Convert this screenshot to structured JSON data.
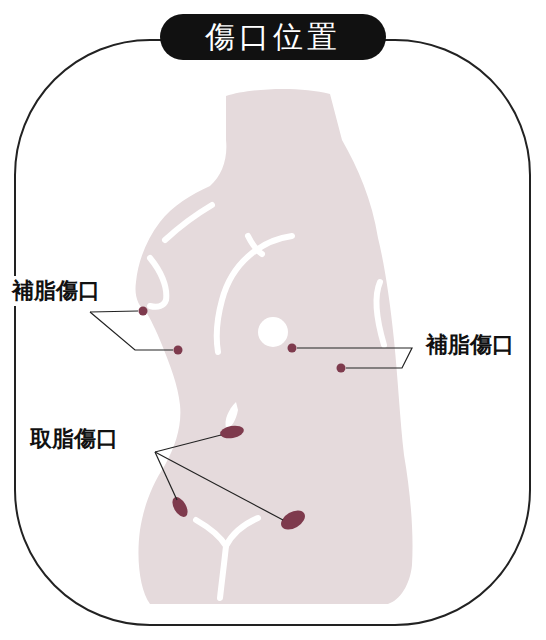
{
  "diagram": {
    "title": "傷口位置",
    "labels": [
      "補脂傷口",
      "補脂傷口",
      "取脂傷口"
    ]
  }
}
